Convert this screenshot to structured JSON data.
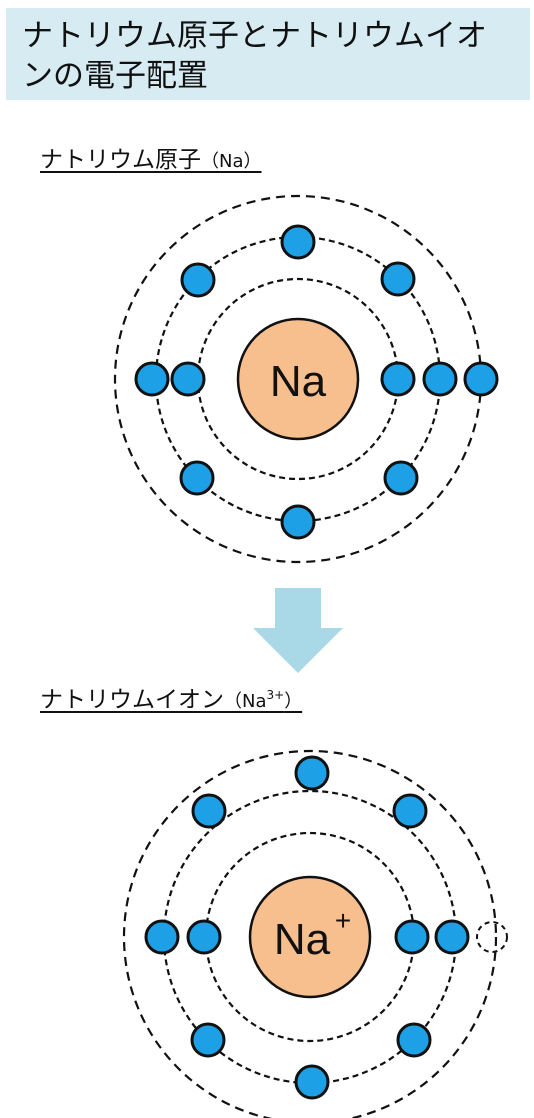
{
  "title": "ナトリウム原子とナトリウムイオンの電子配置",
  "atom": {
    "label_main": "ナトリウム原子",
    "label_formula": "（Na）",
    "nucleus_label": "Na"
  },
  "ion": {
    "label_main": "ナトリウムイオン",
    "label_open": "（Na",
    "label_sup": "3+",
    "label_close": "）",
    "nucleus_label": "Na",
    "nucleus_charge": "+"
  },
  "colors": {
    "title_background": "#d6ebf2",
    "electron": "#1ea0e6",
    "nucleus": "#f7be8e",
    "arrow": "#a9d8e6"
  },
  "icons": {
    "arrow": "down-arrow-icon"
  }
}
